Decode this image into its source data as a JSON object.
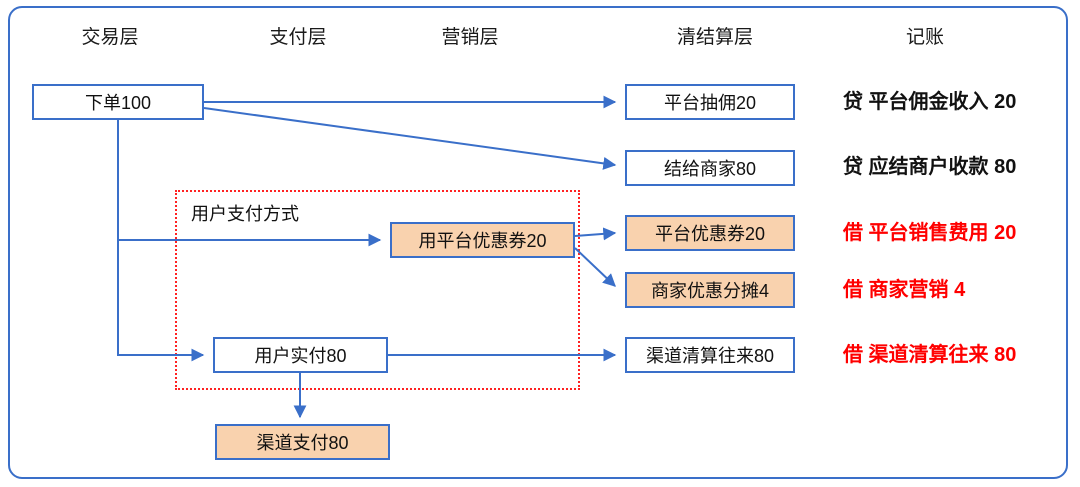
{
  "headers": [
    {
      "label": "交易层"
    },
    {
      "label": "支付层"
    },
    {
      "label": "营销层"
    },
    {
      "label": "清结算层"
    },
    {
      "label": "记账"
    }
  ],
  "nodes": {
    "order": {
      "label": "下单100"
    },
    "platform_commission": {
      "label": "平台抽佣20"
    },
    "settle_merchant": {
      "label": "结给商家80"
    },
    "use_platform_coupon": {
      "label": "用平台优惠券20"
    },
    "platform_coupon": {
      "label": "平台优惠券20"
    },
    "merchant_share": {
      "label": "商家优惠分摊4"
    },
    "user_paid": {
      "label": "用户实付80"
    },
    "channel_clearing": {
      "label": "渠道清算往来80"
    },
    "channel_payment": {
      "label": "渠道支付80"
    }
  },
  "group": {
    "label": "用户支付方式"
  },
  "ledger": [
    {
      "text": "贷 平台佣金收入 20",
      "type": "credit"
    },
    {
      "text": "贷 应结商户收款 80",
      "type": "credit"
    },
    {
      "text": "借 平台销售费用 20",
      "type": "debit"
    },
    {
      "text": "借 商家营销 4",
      "type": "debit"
    },
    {
      "text": "借 渠道清算往来 80",
      "type": "debit"
    }
  ],
  "colors": {
    "line_blue": "#3a6fc9",
    "box_fill_peach": "#f9d2ae",
    "group_border_red": "#ff2222",
    "debit_text_red": "#ff0000",
    "credit_text_black": "#111111"
  }
}
